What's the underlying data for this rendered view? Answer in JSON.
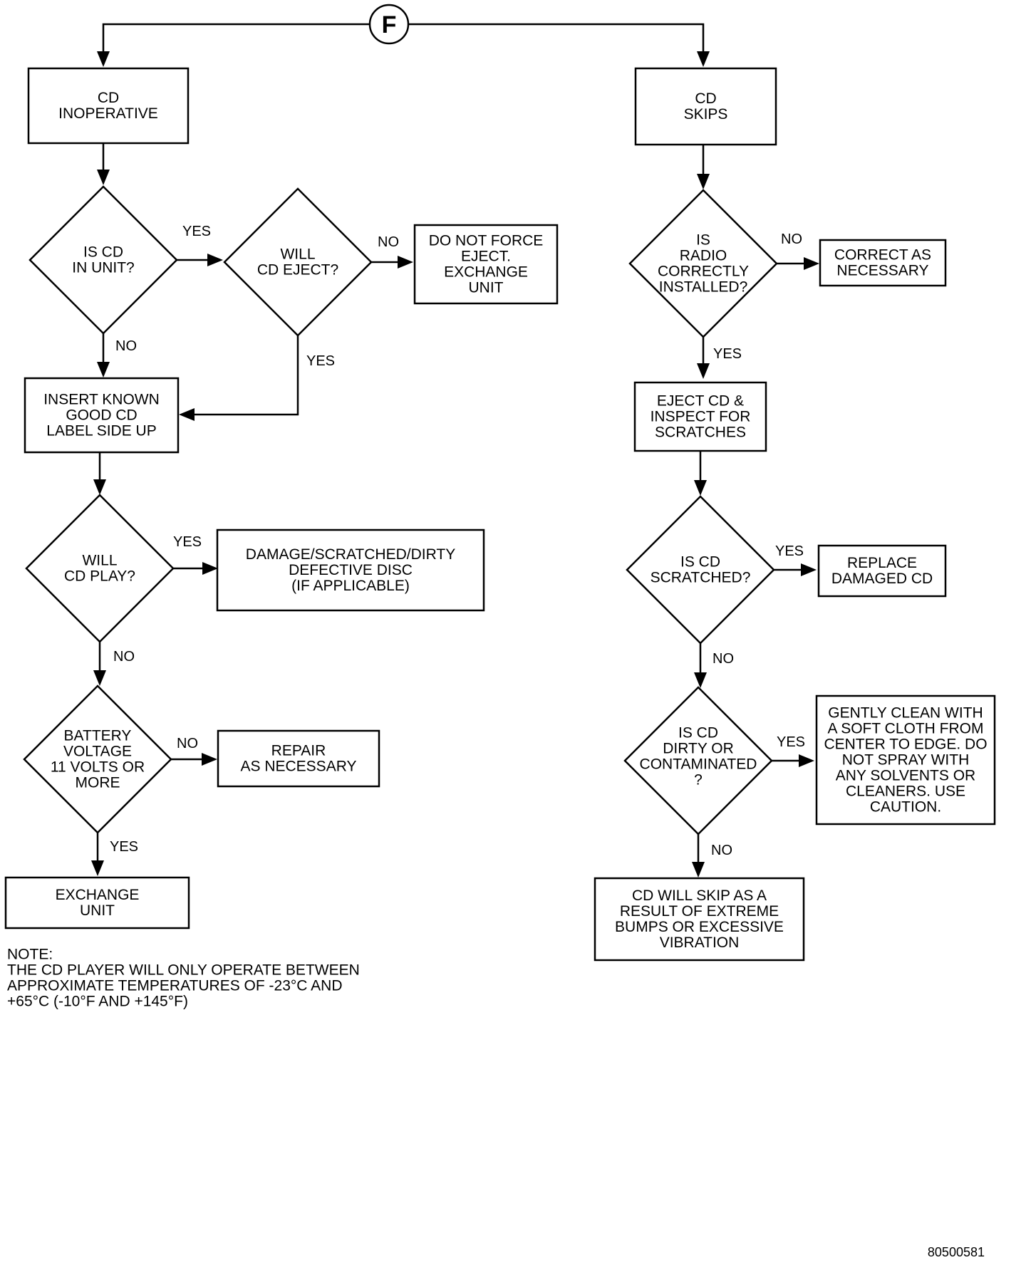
{
  "connector": "F",
  "nodes": {
    "cd_inoperative": [
      "CD",
      "INOPERATIVE"
    ],
    "is_cd_in_unit": [
      "IS CD",
      "IN UNIT?"
    ],
    "will_cd_eject": [
      "WILL",
      "CD EJECT?"
    ],
    "do_not_force_eject": [
      "DO NOT FORCE",
      "EJECT.",
      "EXCHANGE",
      "UNIT"
    ],
    "insert_known_good_cd": [
      "INSERT KNOWN",
      "GOOD CD",
      "LABEL SIDE UP"
    ],
    "will_cd_play": [
      "WILL",
      "CD PLAY?"
    ],
    "damaged_disc": [
      "DAMAGE/SCRATCHED/DIRTY",
      "DEFECTIVE DISC",
      "(IF APPLICABLE)"
    ],
    "battery_voltage": [
      "BATTERY",
      "VOLTAGE",
      "11 VOLTS OR",
      "MORE"
    ],
    "repair_as_necessary": [
      "REPAIR",
      "AS NECESSARY"
    ],
    "exchange_unit": [
      "EXCHANGE",
      "UNIT"
    ],
    "cd_skips": [
      "CD",
      "SKIPS"
    ],
    "radio_installed": [
      "IS",
      "RADIO",
      "CORRECTLY",
      "INSTALLED?"
    ],
    "correct_as_necessary": [
      "CORRECT AS",
      "NECESSARY"
    ],
    "eject_inspect": [
      "EJECT CD &",
      "INSPECT FOR",
      "SCRATCHES"
    ],
    "is_cd_scratched": [
      "IS CD",
      "SCRATCHED?"
    ],
    "replace_damaged_cd": [
      "REPLACE",
      "DAMAGED CD"
    ],
    "is_cd_dirty": [
      "IS CD",
      "DIRTY OR",
      "CONTAMINATED",
      "?"
    ],
    "gently_clean": [
      "GENTLY CLEAN WITH",
      "A SOFT CLOTH FROM",
      "CENTER TO EDGE. DO",
      "NOT SPRAY WITH",
      "ANY SOLVENTS OR",
      "CLEANERS. USE",
      "CAUTION."
    ],
    "cd_will_skip": [
      "CD WILL SKIP AS A",
      "RESULT OF EXTREME",
      "BUMPS OR EXCESSIVE",
      "VIBRATION"
    ]
  },
  "labels": {
    "yes": "YES",
    "no": "NO"
  },
  "note": [
    "NOTE:",
    "THE CD PLAYER WILL ONLY OPERATE BETWEEN",
    "APPROXIMATE TEMPERATURES OF -23°C AND",
    "+65°C (-10°F AND +145°F)"
  ],
  "figure_id": "80500581"
}
